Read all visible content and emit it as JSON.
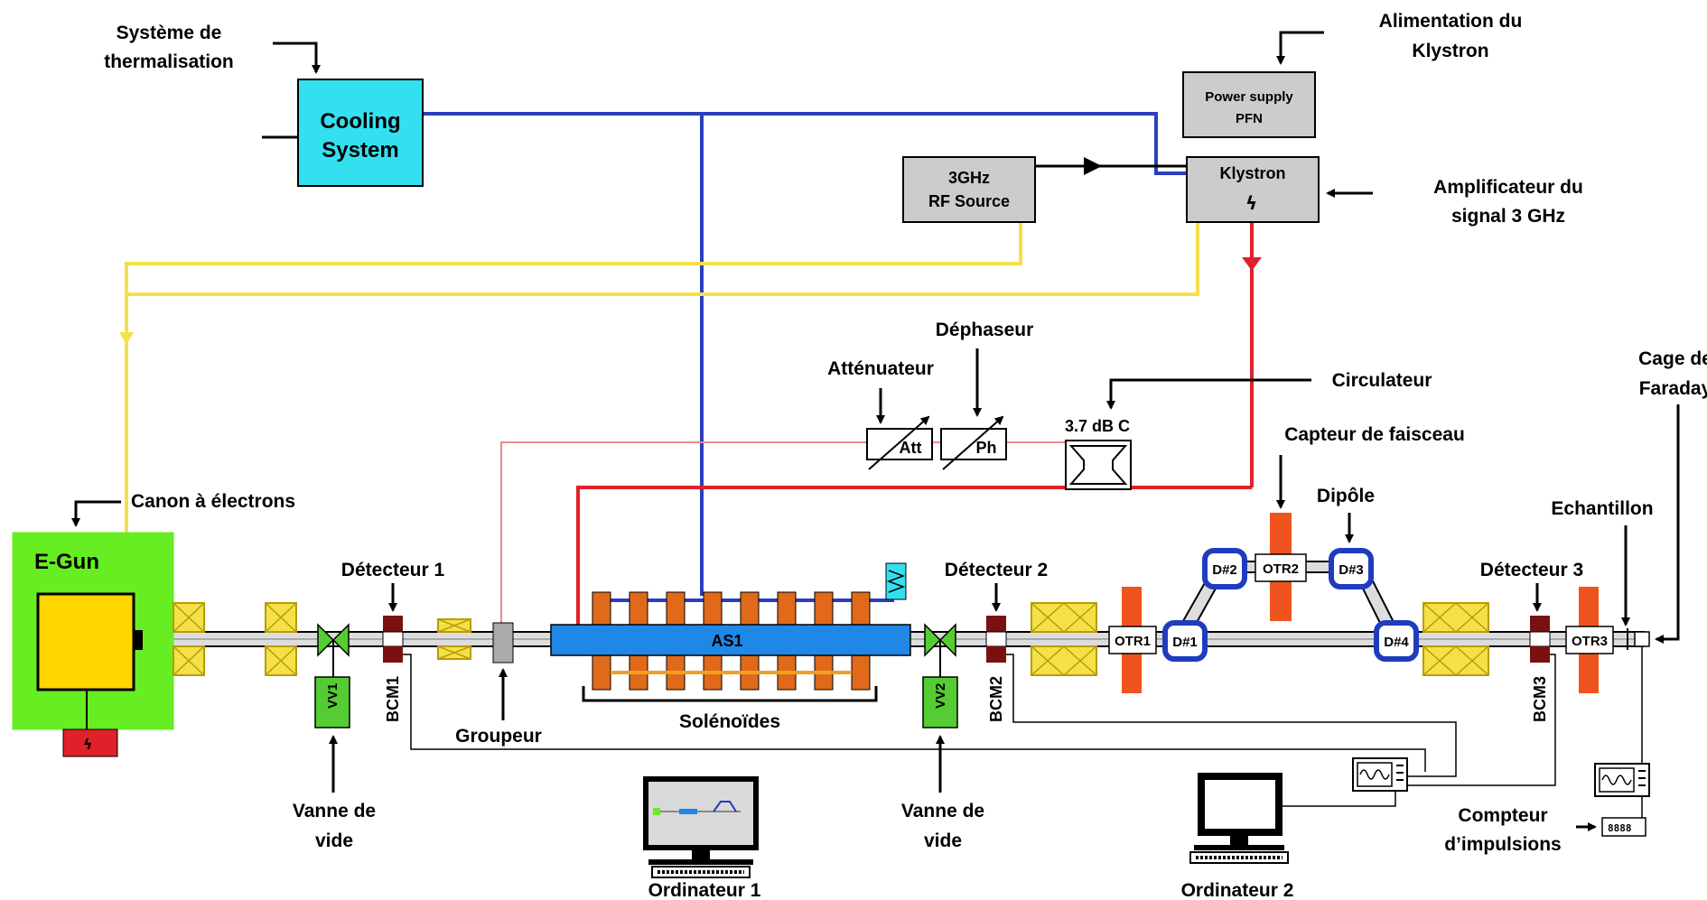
{
  "labels": {
    "cooling_caption": [
      "Système de",
      "thermalisation"
    ],
    "cooling_box": [
      "Cooling",
      "System"
    ],
    "klystron_supply_caption": [
      "Alimentation du",
      "Klystron"
    ],
    "power_supply": [
      "Power supply",
      "PFN"
    ],
    "rf_source": [
      "3GHz",
      "RF Source"
    ],
    "klystron": "Klystron",
    "klystron_caption": [
      "Amplificateur du",
      "signal 3 GHz"
    ],
    "dephaseur": "Déphaseur",
    "attenuateur": "Atténuateur",
    "att": "Att",
    "ph": "Ph",
    "coupler": "3.7 dB C",
    "circulateur": "Circulateur",
    "capteur": "Capteur de faisceau",
    "dipole": "Dipôle",
    "cage": [
      "Cage de",
      "Faraday"
    ],
    "echantillon": "Echantillon",
    "canon": "Canon à électrons",
    "egun": "E-Gun",
    "detecteur1": "Détecteur 1",
    "detecteur2": "Détecteur 2",
    "detecteur3": "Détecteur 3",
    "vv1": "VV1",
    "vv2": "VV2",
    "bcm1": "BCM1",
    "bcm2": "BCM2",
    "bcm3": "BCM3",
    "as1": "AS1",
    "solenoides": "Solénoïdes",
    "groupeur": "Groupeur",
    "vanne1": [
      "Vanne de",
      "vide"
    ],
    "vanne2": [
      "Vanne de",
      "vide"
    ],
    "ordinateur1": "Ordinateur 1",
    "ordinateur2": "Ordinateur 2",
    "compteur": [
      "Compteur",
      "d’impulsions"
    ],
    "counter_display": "8888",
    "otr1": "OTR1",
    "otr2": "OTR2",
    "otr3": "OTR3",
    "d1": "D#1",
    "d2": "D#2",
    "d3": "D#3",
    "d4": "D#4"
  },
  "colors": {
    "cooling": "#2a3fbf",
    "rf_yellow": "#f5e04a",
    "rf_red": "#e0202a",
    "rf_pink": "#e88a8a",
    "cooling_box": "#33e0f0",
    "egun_green": "#66ee22",
    "egun_yellow": "#ffd700",
    "accelerator": "#1f87e6",
    "solenoid": "#e06a1a",
    "magnet_yellow": "#f5e04a",
    "otr": "#f0541e",
    "bcm": "#7a1010",
    "valve": "#55cc33",
    "grey_box": "#cccccc"
  }
}
